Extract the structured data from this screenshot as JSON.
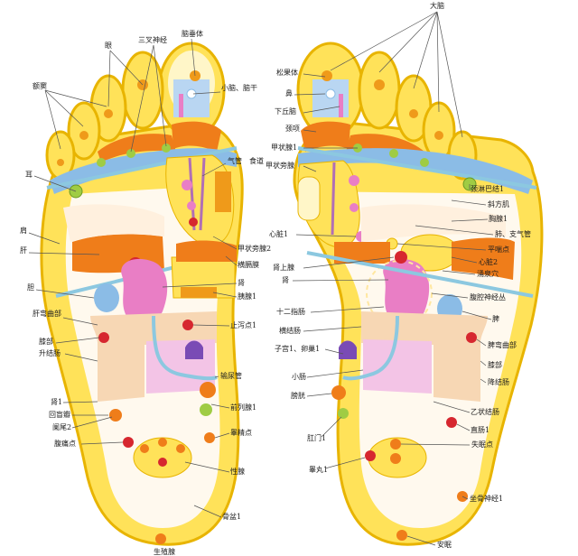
{
  "colors": {
    "foot_outline": "#e8b400",
    "foot_fill": "#ffe259",
    "sole_fill": "#fff9ee",
    "orange": "#ef7d1a",
    "red_dot": "#d6272f",
    "pink": "#e97ec5",
    "light_orange": "#f7d7b4",
    "light_pink": "#f3c4e6",
    "blue": "#8bbce6",
    "purple": "#7a4bb5",
    "line": "#8cc8e0"
  },
  "left_labels": {
    "nasal_sinus": "额窦",
    "eye": "眼",
    "trigeminal": "三叉神经",
    "pituitary": "脑垂体",
    "cerebellum": "小脑、脑干",
    "ear": "耳",
    "trachea": "气管",
    "esophagus": "食道",
    "shoulder": "肩",
    "liver": "肝",
    "parathyroid": "甲状旁腺2",
    "diaphragm": "横膈膜",
    "gallbladder": "胆",
    "kidney": "肾",
    "pancreas": "胰腺1",
    "hepatic_flexure": "肝弯曲部",
    "stop_diarrhea": "止泻点1",
    "knee": "膝部",
    "ascending_colon": "升结肠",
    "ureter": "输尿管",
    "kidney_1": "肾1",
    "ileocecal": "回盲瓣",
    "appendix": "阑尾2",
    "abdominal_pain": "腹痛点",
    "prostate": "前列腺1",
    "testis_point": "睾精点",
    "gonad": "性腺",
    "pelvis": "骨盆1",
    "bottom_cut": "生殖腺"
  },
  "right_labels": {
    "brain": "大脑",
    "pineal": "松果体",
    "nose": "鼻",
    "hypothalamus": "下丘脑",
    "neck": "颈项",
    "thyroid": "甲状腺1",
    "parathyroid": "甲状旁腺",
    "lymph": "颈淋巴结1",
    "trapezius": "斜方肌",
    "chest": "胸腺1",
    "lung": "肺、支气管",
    "asthma": "平喘点",
    "heart_left": "心脏1",
    "heart_right": "心脏2",
    "yongquan": "涌泉穴",
    "adrenal": "肾上腺",
    "kidney": "肾",
    "solar_plexus": "腹腔神经丛",
    "duodenum": "十二指肠",
    "spleen": "脾",
    "transverse_colon": "横结肠",
    "splenic_flexure": "脾弯曲部",
    "uterus": "子宫1、卵巢1",
    "knee": "膝部",
    "small_intestine": "小肠",
    "descending_colon": "降结肠",
    "bladder": "膀胱",
    "sigmoid": "乙状结肠",
    "rectum": "直肠1",
    "anus": "肛门1",
    "insomnia": "失眠点",
    "testis": "睾丸1",
    "sciatic": "坐骨神经1",
    "sleep": "安眠"
  }
}
